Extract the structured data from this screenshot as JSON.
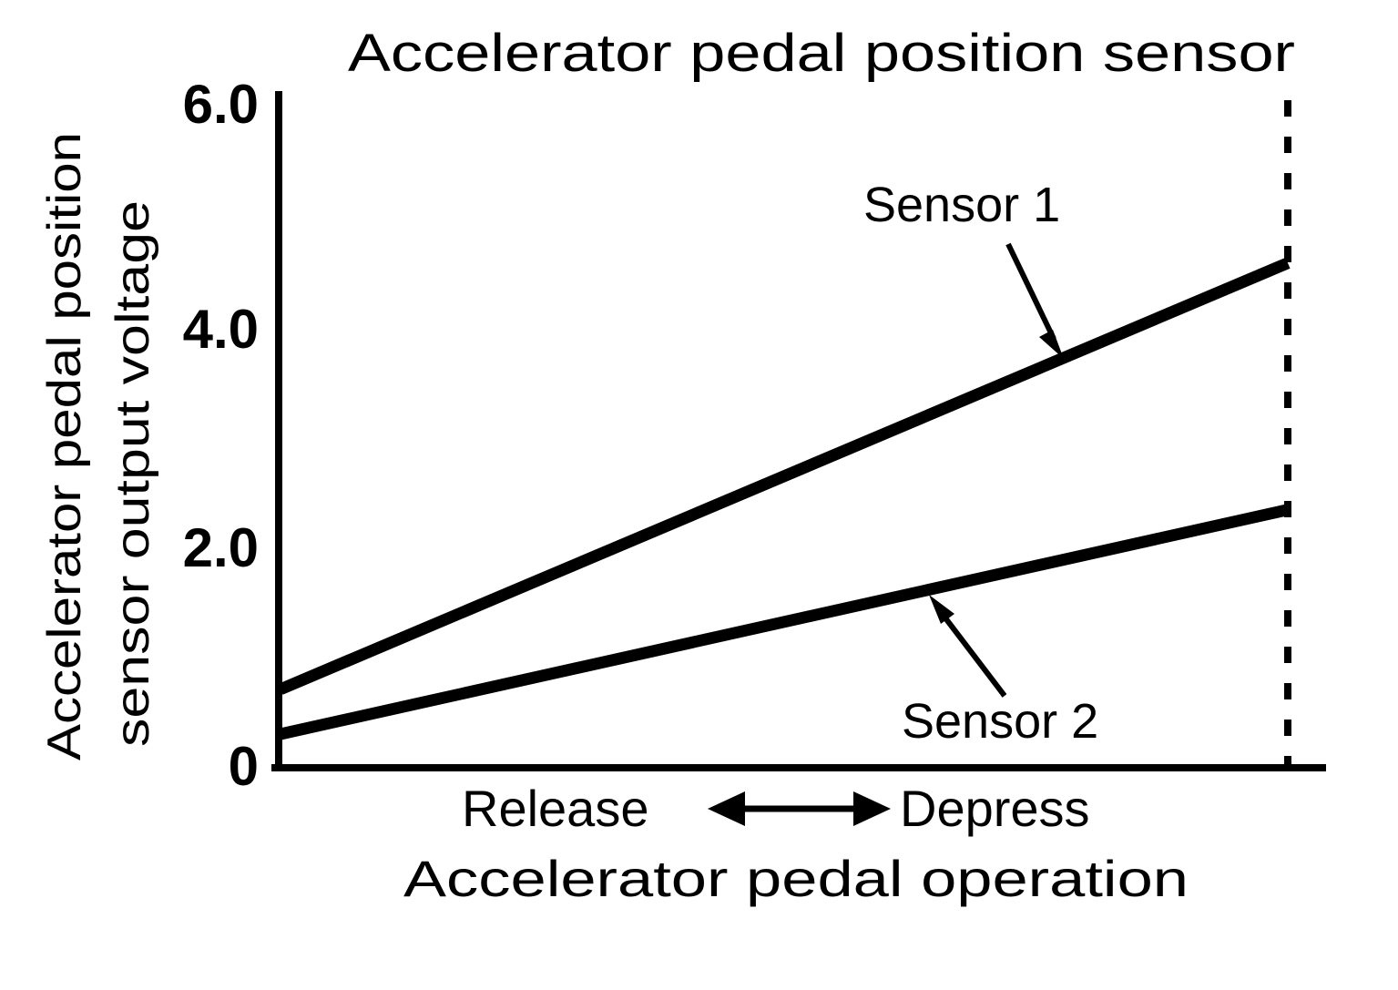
{
  "chart_data": {
    "type": "line",
    "title": "Accelerator pedal position sensor",
    "xlabel": "Accelerator pedal operation",
    "ylabel": "Accelerator pedal position sensor output voltage",
    "ylabel_line1": "Accelerator pedal position",
    "ylabel_line2": "sensor output voltage",
    "ylim": [
      0,
      6.0
    ],
    "ytick_labels": [
      "6.0",
      "4.0",
      "2.0",
      "0"
    ],
    "ytick_values": [
      6.0,
      4.0,
      2.0,
      0
    ],
    "grid": false,
    "legend_position": "inline-annotations",
    "x": [
      0,
      100
    ],
    "x_axis_direction_labels": {
      "left": "Release",
      "right": "Depress"
    },
    "series": [
      {
        "name": "Sensor 1",
        "values": [
          0.7,
          4.5
        ],
        "annotation": "Sensor 1"
      },
      {
        "name": "Sensor 2",
        "values": [
          0.3,
          2.3
        ],
        "annotation": "Sensor 2"
      }
    ],
    "annotations": [
      {
        "text": "Sensor 1",
        "points_to": "Sensor 1 line at full depress region"
      },
      {
        "text": "Sensor 2",
        "points_to": "Sensor 2 line at full depress region"
      }
    ],
    "reference_line": {
      "type": "vertical-dashed",
      "label": "",
      "position": "full depress / maximum pedal travel"
    },
    "colors": {
      "line": "#000000",
      "axis": "#000000",
      "background": "#ffffff"
    }
  }
}
